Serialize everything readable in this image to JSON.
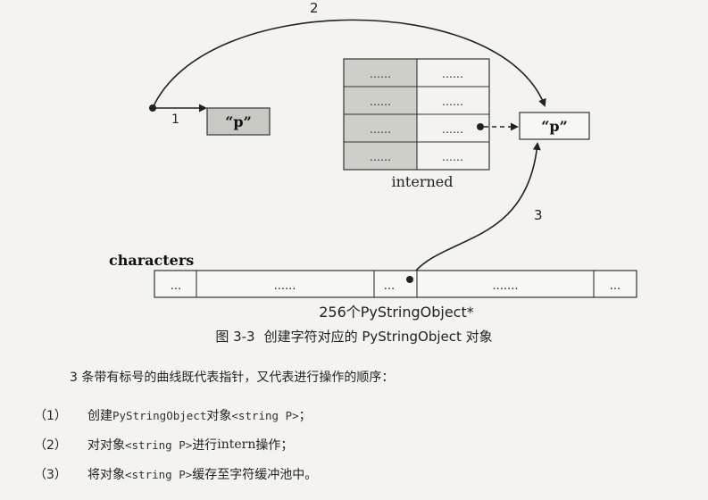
{
  "diagram": {
    "arrow_labels": [
      "1",
      "2",
      "3"
    ],
    "first_object": "“p”",
    "interned_object": "“p”",
    "interned_cell": "……",
    "interned_label": "interned",
    "characters_label": "characters",
    "characters_cells": [
      "...",
      "......",
      "...",
      ".......",
      "..."
    ],
    "array_caption": "256个PyStringObject*"
  },
  "caption": {
    "label": "图 3-3",
    "text": "创建字符对应的 PyStringObject 对象"
  },
  "paragraph": "3 条带有标号的曲线既代表指针，又代表进行操作的顺序：",
  "steps": [
    {
      "num": "（1）",
      "pre": "创建 ",
      "code1": "PyStringObject",
      "mid": " 对象",
      "code2": "<string P>",
      "post": "；"
    },
    {
      "num": "（2）",
      "pre": "对对象",
      "code1": "<string P>",
      "mid": "进行 ",
      "code2": "",
      "post": " 操作；",
      "word": "intern"
    },
    {
      "num": "（3）",
      "pre": "将对象",
      "code1": "<string P>",
      "mid": "缓存至字符缓冲池中。",
      "code2": "",
      "post": ""
    }
  ]
}
